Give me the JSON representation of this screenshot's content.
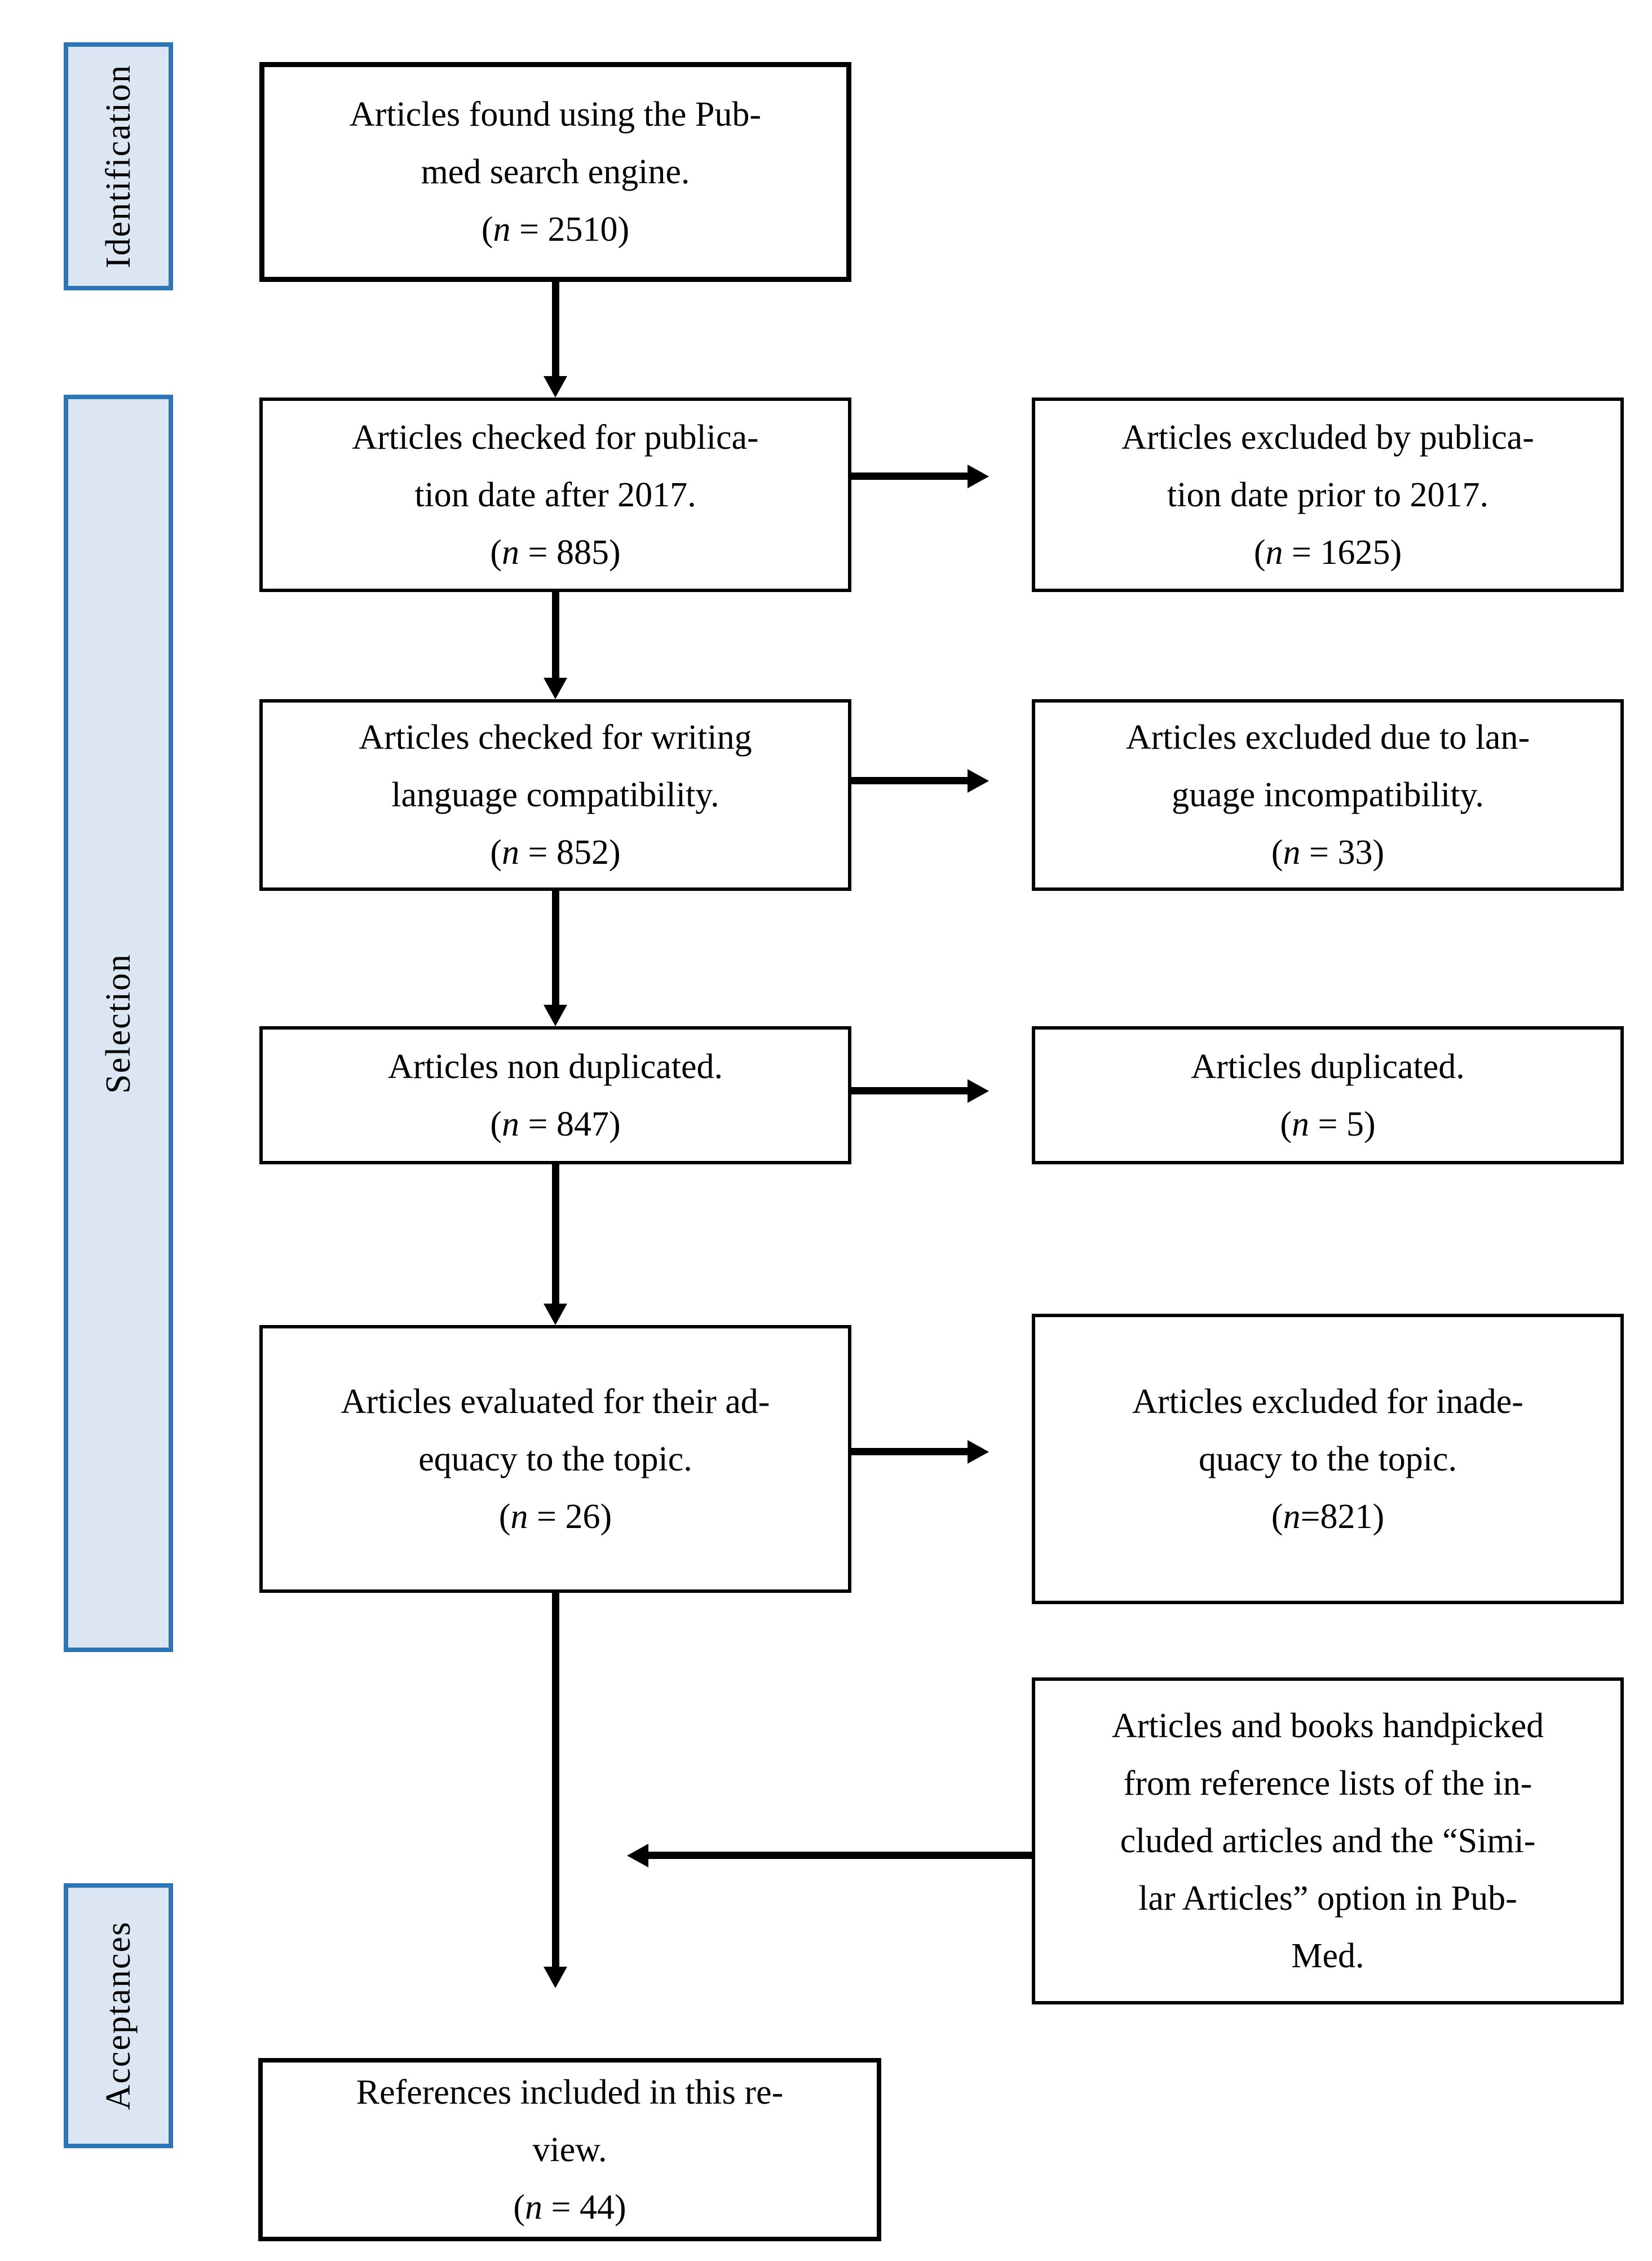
{
  "palette": {
    "stage_border": "#2E75B6",
    "stage_fill": "#DCE6F2",
    "box_border": "#000000",
    "arrow": "#000000",
    "background": "#FFFFFF"
  },
  "stages": {
    "identification": {
      "label": "Identification"
    },
    "selection": {
      "label": "Selection"
    },
    "acceptances": {
      "label": "Acceptances"
    }
  },
  "boxes": {
    "found": {
      "lines": [
        "Articles found using the Pub-",
        "med search engine."
      ],
      "count": "(n = 2510)"
    },
    "date_checked": {
      "lines": [
        "Articles checked for publica-",
        "tion date after 2017."
      ],
      "count": "(n = 885)"
    },
    "date_excluded": {
      "lines": [
        "Articles excluded by publica-",
        "tion date prior to 2017."
      ],
      "count": "(n = 1625)"
    },
    "language_checked": {
      "lines": [
        "Articles checked for writing",
        "language compatibility."
      ],
      "count": "(n = 852)"
    },
    "language_excluded": {
      "lines": [
        "Articles excluded due to lan-",
        "guage incompatibility."
      ],
      "count": "(n = 33)"
    },
    "non_duplicated": {
      "lines": [
        "Articles non duplicated."
      ],
      "count": "(n = 847)"
    },
    "duplicated": {
      "lines": [
        "Articles duplicated."
      ],
      "count": "(n = 5)"
    },
    "adequacy_evaluated": {
      "lines": [
        "Articles evaluated for their ad-",
        "equacy to the topic."
      ],
      "count": "(n = 26)"
    },
    "adequacy_excluded": {
      "lines": [
        "Articles excluded for inade-",
        "quacy to the topic."
      ],
      "count": "(n=821)"
    },
    "handpicked": {
      "lines": [
        "Articles and books handpicked",
        "from reference lists of the in-",
        "cluded articles and the “Simi-",
        "lar Articles” option in Pub-",
        "Med."
      ]
    },
    "references": {
      "lines": [
        "References included in this re-",
        "view."
      ],
      "count": "(n = 44)"
    }
  }
}
